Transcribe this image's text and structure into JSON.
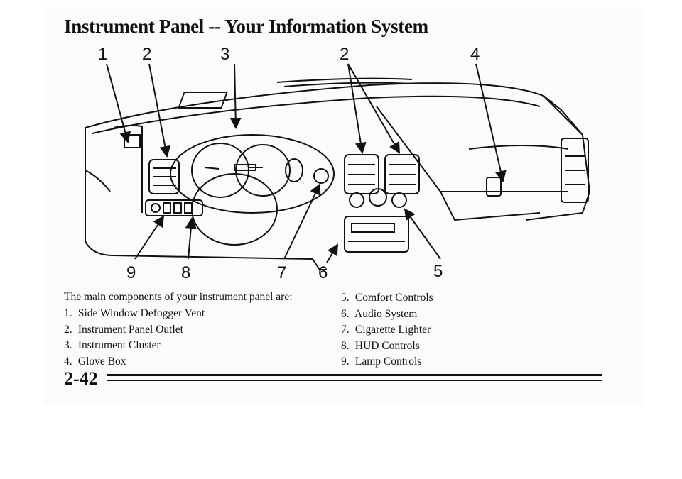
{
  "page": {
    "title": "Instrument Panel -- Your Information System",
    "page_number": "2-42",
    "intro": "The main components of your instrument panel are:"
  },
  "callouts": {
    "c1": "1",
    "c2a": "2",
    "c3": "3",
    "c2b": "2",
    "c4": "4",
    "c9": "9",
    "c8": "8",
    "c7": "7",
    "c6": "6",
    "c5": "5"
  },
  "components": [
    {
      "num": "1.",
      "label": "Side Window Defogger Vent"
    },
    {
      "num": "2.",
      "label": "Instrument Panel Outlet"
    },
    {
      "num": "3.",
      "label": "Instrument Cluster"
    },
    {
      "num": "4.",
      "label": "Glove Box"
    },
    {
      "num": "5.",
      "label": "Comfort Controls"
    },
    {
      "num": "6.",
      "label": "Audio System"
    },
    {
      "num": "7.",
      "label": "Cigarette Lighter"
    },
    {
      "num": "8.",
      "label": "HUD Controls"
    },
    {
      "num": "9.",
      "label": "Lamp Controls"
    }
  ]
}
